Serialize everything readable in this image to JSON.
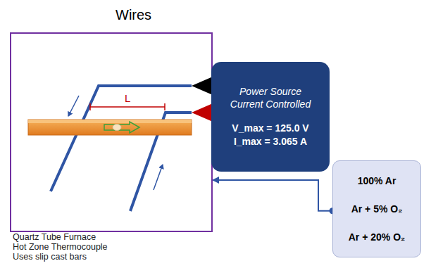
{
  "diagram": {
    "title": "Wires",
    "nodes": [
      {
        "text": [
          "Quartz Tube Furnace",
          "Hot Zone Thermocouple",
          "Uses slip cast bars"
        ]
      },
      {
        "text": [
          "Power Source",
          "Current Controlled",
          "V_max = 125.0 V",
          "I_max = 3.065 A"
        ]
      },
      {
        "text": [
          "100% Ar",
          "Ar + 5% O₂",
          "Ar + 20% O₂"
        ]
      }
    ],
    "edges": [
      {
        "from": 2,
        "to": 0,
        "arrow": "to"
      }
    ],
    "labels": [
      "L"
    ]
  }
}
